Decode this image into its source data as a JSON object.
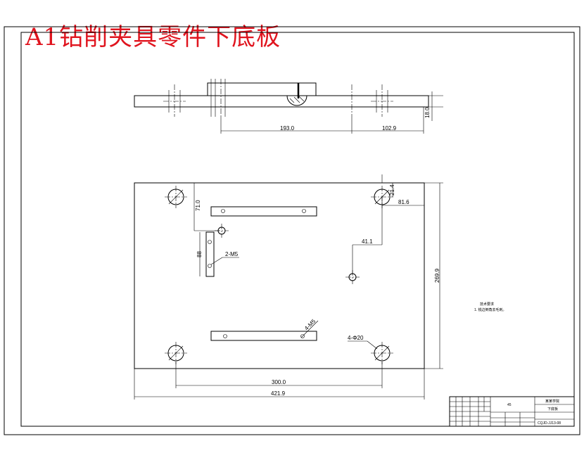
{
  "title": "A1钻削夹具零件下底板",
  "top_view": {
    "dim_193": "193.0",
    "dim_102": "102.9",
    "dim_18": "18.0"
  },
  "plan_view": {
    "dim_71": "71.0",
    "dim_21": "21.4",
    "dim_81": "81.6",
    "dim_41": "41.1",
    "dim_88": "88",
    "dim_269": "269.9",
    "dim_300": "300.0",
    "dim_421": "421.9",
    "callout_2m5": "2-M5",
    "callout_4m5": "4-M5",
    "callout_4phi20": "4-Φ20"
  },
  "notes": {
    "heading": "技术要求",
    "line1": "1. 锐边倒角去毛刺。"
  },
  "title_block": {
    "material": "45",
    "part_name": "下底板",
    "drawing_no": "CQJD-JJ13-08",
    "company": "某某学院"
  }
}
